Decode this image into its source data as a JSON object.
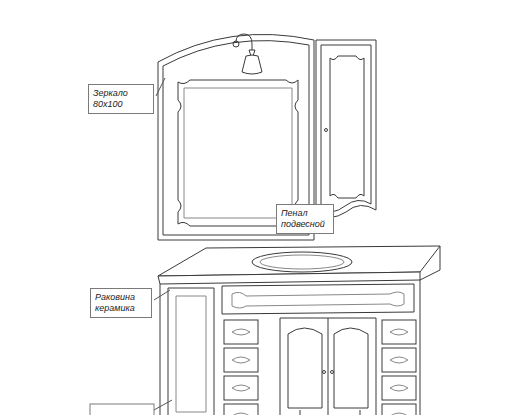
{
  "diagram": {
    "nodes": [
      {
        "text": [
          "Зеркало 80х100"
        ]
      },
      {
        "text": [
          "Пенал подвесной"
        ]
      },
      {
        "text": [
          "Раковина керамика"
        ]
      }
    ]
  }
}
